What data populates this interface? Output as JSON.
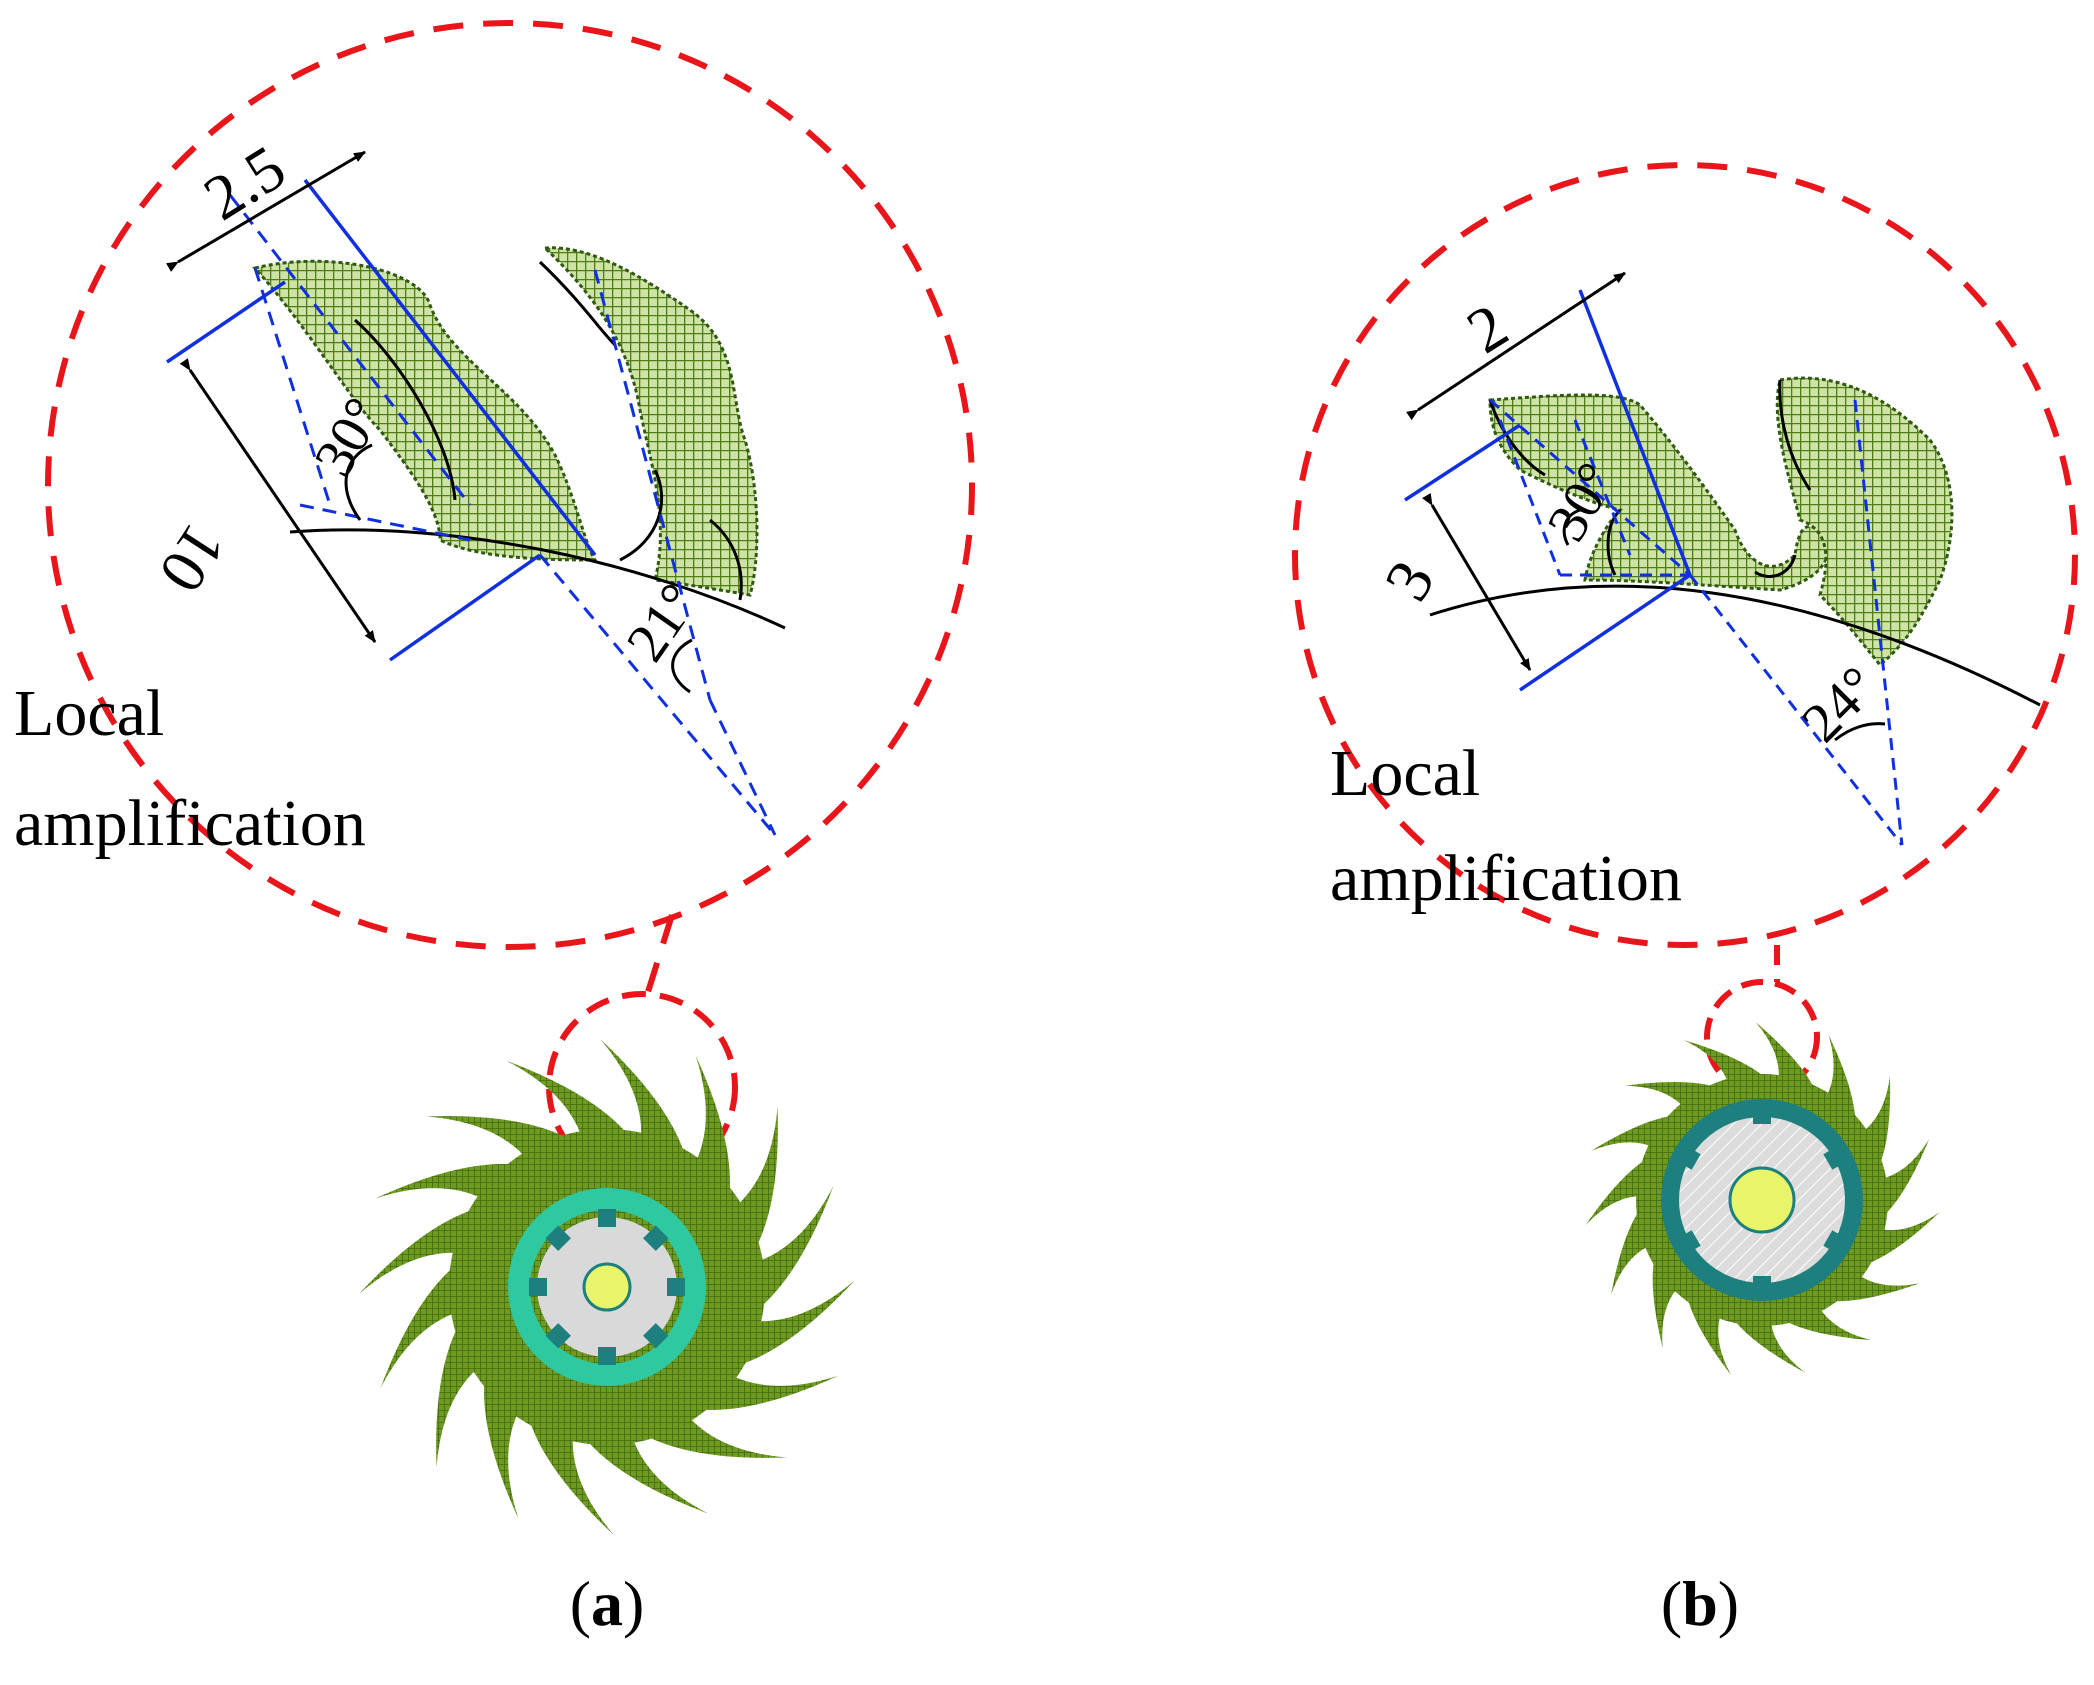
{
  "panel_a": {
    "label": "a",
    "callout_line1": "Local",
    "callout_line2": "amplification",
    "dim_width": "2.5",
    "dim_height": "10",
    "angle_rake": "30°",
    "angle_tooth": "21°",
    "teeth_count": 16
  },
  "panel_b": {
    "label": "b",
    "callout_line1": "Local",
    "callout_line2": "amplification",
    "dim_width": "2",
    "dim_height": "3",
    "angle_rake": "30°",
    "angle_tooth": "24°",
    "teeth_count": 15
  },
  "colors": {
    "callout": "#e8161b",
    "construction": "#1030e0",
    "tooth_fill": "#5a8a1a",
    "tooth_dark": "#2f5a10",
    "ring_a": "#2ec9a0",
    "ring_b": "#1e7f7f",
    "hub": "#d9d9d9",
    "bore": "#e8f56a"
  }
}
